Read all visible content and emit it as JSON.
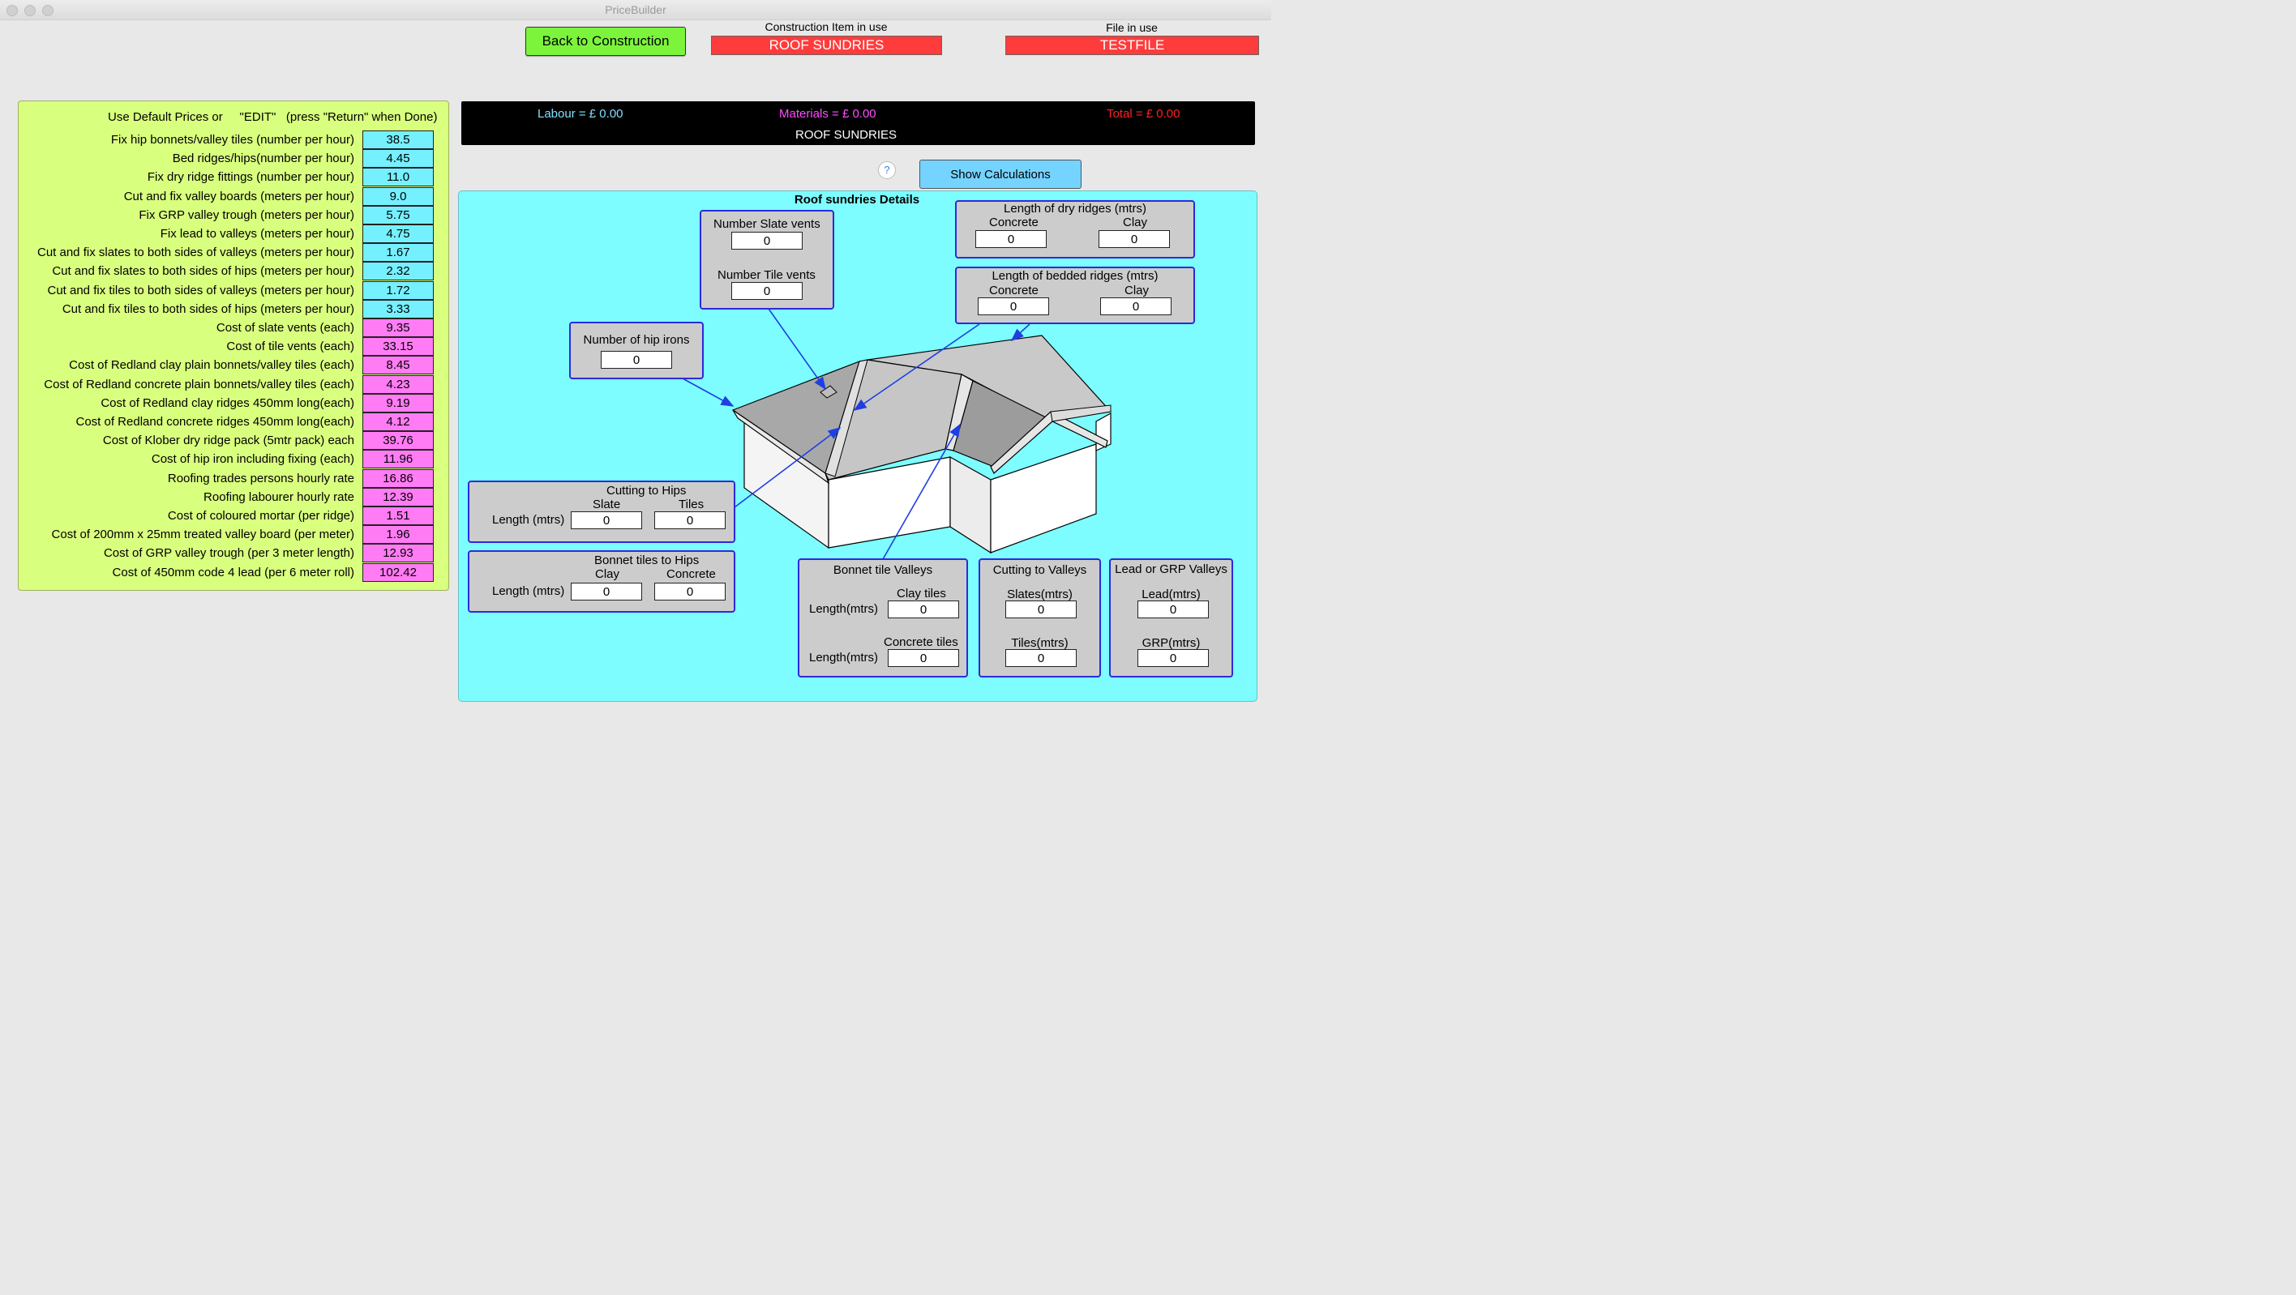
{
  "window": {
    "title": "PriceBuilder"
  },
  "header": {
    "back_button": "Back to Construction",
    "construction_label": "Construction Item in use",
    "construction_value": "ROOF SUNDRIES",
    "file_label": "File in use",
    "file_value": "TESTFILE"
  },
  "prices": {
    "header_text": "Use Default Prices or     \"EDIT\"   (press \"Return\" when Done)",
    "rows": [
      {
        "label": "Fix hip bonnets/valley tiles (number per hour)",
        "value": "38.5",
        "color": "#75f0ff"
      },
      {
        "label": "Bed ridges/hips(number per hour)",
        "value": "4.45",
        "color": "#75f0ff"
      },
      {
        "label": "Fix dry ridge fittings (number per hour)",
        "value": "11.0",
        "color": "#75f0ff"
      },
      {
        "label": "Cut and fix valley boards (meters per hour)",
        "value": "9.0",
        "color": "#75f0ff"
      },
      {
        "label": "Fix GRP valley trough (meters per hour)",
        "value": "5.75",
        "color": "#75f0ff"
      },
      {
        "label": "Fix lead to valleys (meters per hour)",
        "value": "4.75",
        "color": "#75f0ff"
      },
      {
        "label": "Cut and fix slates to both sides of valleys (meters per hour)",
        "value": "1.67",
        "color": "#75f0ff"
      },
      {
        "label": "Cut and fix slates to both sides of hips (meters per hour)",
        "value": "2.32",
        "color": "#75f0ff"
      },
      {
        "label": "Cut and fix tiles to both sides of valleys (meters per hour)",
        "value": "1.72",
        "color": "#75f0ff"
      },
      {
        "label": "Cut and fix tiles to both sides of hips (meters per hour)",
        "value": "3.33",
        "color": "#75f0ff"
      },
      {
        "label": "Cost of slate vents (each)",
        "value": "9.35",
        "color": "#ff7cf4"
      },
      {
        "label": "Cost of tile vents (each)",
        "value": "33.15",
        "color": "#ff7cf4"
      },
      {
        "label": "Cost of Redland clay plain bonnets/valley tiles (each)",
        "value": "8.45",
        "color": "#ff7cf4"
      },
      {
        "label": "Cost of Redland concrete plain bonnets/valley tiles (each)",
        "value": "4.23",
        "color": "#ff7cf4"
      },
      {
        "label": "Cost of Redland clay ridges 450mm long(each)",
        "value": "9.19",
        "color": "#ff7cf4"
      },
      {
        "label": "Cost of Redland concrete ridges 450mm long(each)",
        "value": "4.12",
        "color": "#ff7cf4"
      },
      {
        "label": "Cost of Klober dry ridge pack (5mtr pack) each",
        "value": "39.76",
        "color": "#ff7cf4"
      },
      {
        "label": "Cost of hip iron including fixing (each)",
        "value": "11.96",
        "color": "#ff7cf4"
      },
      {
        "label": "Roofing trades persons hourly rate",
        "value": "16.86",
        "color": "#ff7cf4"
      },
      {
        "label": "Roofing labourer hourly rate",
        "value": "12.39",
        "color": "#ff7cf4"
      },
      {
        "label": "Cost of coloured mortar (per ridge)",
        "value": "1.51",
        "color": "#ff7cf4"
      },
      {
        "label": "Cost of 200mm x 25mm treated valley board (per meter)",
        "value": "1.96",
        "color": "#ff7cf4"
      },
      {
        "label": "Cost of GRP valley trough (per 3 meter length)",
        "value": "12.93",
        "color": "#ff7cf4"
      },
      {
        "label": "Cost of 450mm code 4 lead (per 6 meter roll)",
        "value": "102.42",
        "color": "#ff7cf4"
      }
    ]
  },
  "summary": {
    "labour": "Labour = £  0.00",
    "materials": "Materials = £ 0.00",
    "total": "Total = £  0.00",
    "item": "ROOF SUNDRIES",
    "labour_color": "#7fe0ff",
    "materials_color": "#ff4cff",
    "total_color": "#ff2020"
  },
  "help_icon": "?",
  "show_calc_button": "Show Calculations",
  "details": {
    "title": "Roof sundries Details",
    "vents": {
      "slate_label": "Number Slate vents",
      "slate_value": "0",
      "tile_label": "Number Tile vents",
      "tile_value": "0"
    },
    "dry_ridges": {
      "title": "Length of dry ridges (mtrs)",
      "concrete_label": "Concrete",
      "concrete_value": "0",
      "clay_label": "Clay",
      "clay_value": "0"
    },
    "bedded_ridges": {
      "title": "Length of bedded ridges (mtrs)",
      "concrete_label": "Concrete",
      "concrete_value": "0",
      "clay_label": "Clay",
      "clay_value": "0"
    },
    "hip_irons": {
      "title": "Number of hip irons",
      "value": "0"
    },
    "cutting_hips": {
      "title": "Cutting to Hips",
      "slate_label": "Slate",
      "tiles_label": "Tiles",
      "length_label": "Length (mtrs)",
      "slate_value": "0",
      "tiles_value": "0"
    },
    "bonnet_hips": {
      "title": "Bonnet tiles to Hips",
      "clay_label": "Clay",
      "concrete_label": "Concrete",
      "length_label": "Length (mtrs)",
      "clay_value": "0",
      "concrete_value": "0"
    },
    "bonnet_valleys": {
      "title": "Bonnet tile Valleys",
      "clay_label": "Clay tiles",
      "concrete_label": "Concrete tiles",
      "length_label": "Length(mtrs)",
      "clay_value": "0",
      "concrete_value": "0"
    },
    "cutting_valleys": {
      "title": "Cutting to Valleys",
      "slates_label": "Slates(mtrs)",
      "tiles_label": "Tiles(mtrs)",
      "slates_value": "0",
      "tiles_value": "0"
    },
    "lead_grp": {
      "title": "Lead or GRP Valleys",
      "lead_label": "Lead(mtrs)",
      "grp_label": "GRP(mtrs)",
      "lead_value": "0",
      "grp_value": "0"
    }
  }
}
